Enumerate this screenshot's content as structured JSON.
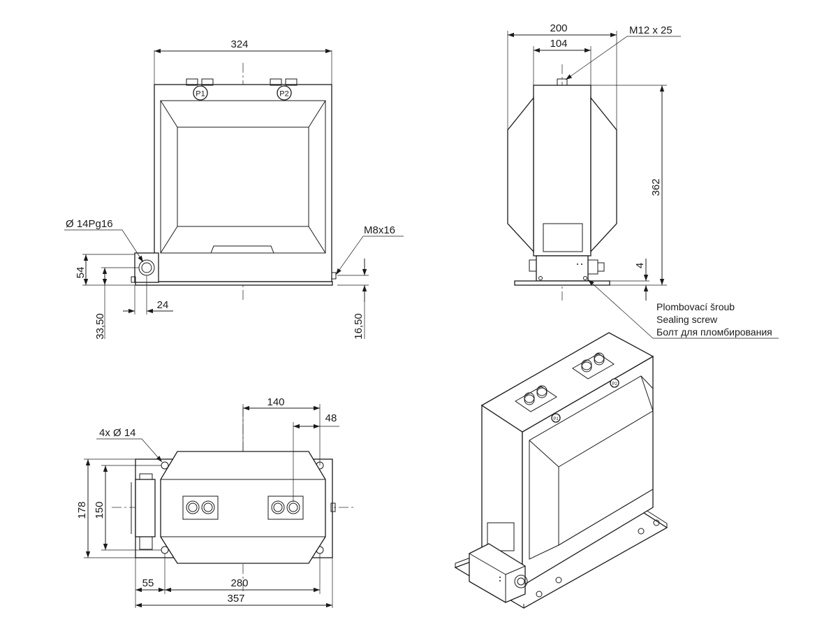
{
  "front_view": {
    "width": "324",
    "terminal_p1": "P1",
    "terminal_p2": "P2",
    "gland": "Ø  14Pg16",
    "bolt": "M8x16",
    "dim_54": "54",
    "dim_24": "24",
    "dim_33_50": "33,50",
    "dim_16_50": "16,50"
  },
  "side_view": {
    "width": "200",
    "inner": "104",
    "thread": "M12 x 25",
    "height": "362",
    "base": "4",
    "sealing_note": [
      "Plombovací šroub",
      "Sealing screw",
      "Болт для пломбирования"
    ]
  },
  "top_view": {
    "dim_140": "140",
    "dim_48": "48",
    "holes": "4x Ø  14",
    "dim_178": "178",
    "dim_150": "150",
    "dim_55": "55",
    "dim_280": "280",
    "dim_357": "357"
  },
  "iso_view": {
    "p1": "P1",
    "p2": "P2"
  }
}
